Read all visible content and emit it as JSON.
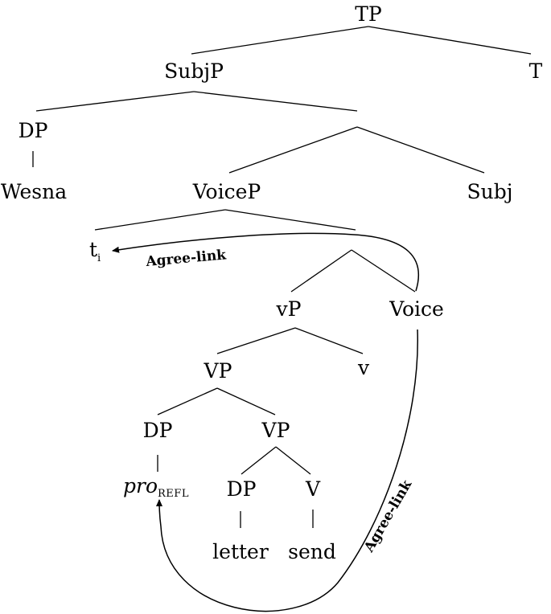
{
  "tree": {
    "tp": "TP",
    "subjp": "SubjP",
    "t": "T",
    "dp_subject": "DP",
    "wesna": "Wesna",
    "voicep": "VoiceP",
    "subj": "Subj",
    "trace": "t",
    "trace_index": "i",
    "vp_small": "vP",
    "voice": "Voice",
    "vp_upper": "VP",
    "v_small": "v",
    "dp_pro": "DP",
    "vp_lower": "VP",
    "pro": "pro",
    "pro_sub": "REFL",
    "dp_object": "DP",
    "v_verb": "V",
    "letter": "letter",
    "send": "send"
  },
  "links": {
    "upper_label": "Agree-link",
    "lower_label": "Agree-link"
  }
}
